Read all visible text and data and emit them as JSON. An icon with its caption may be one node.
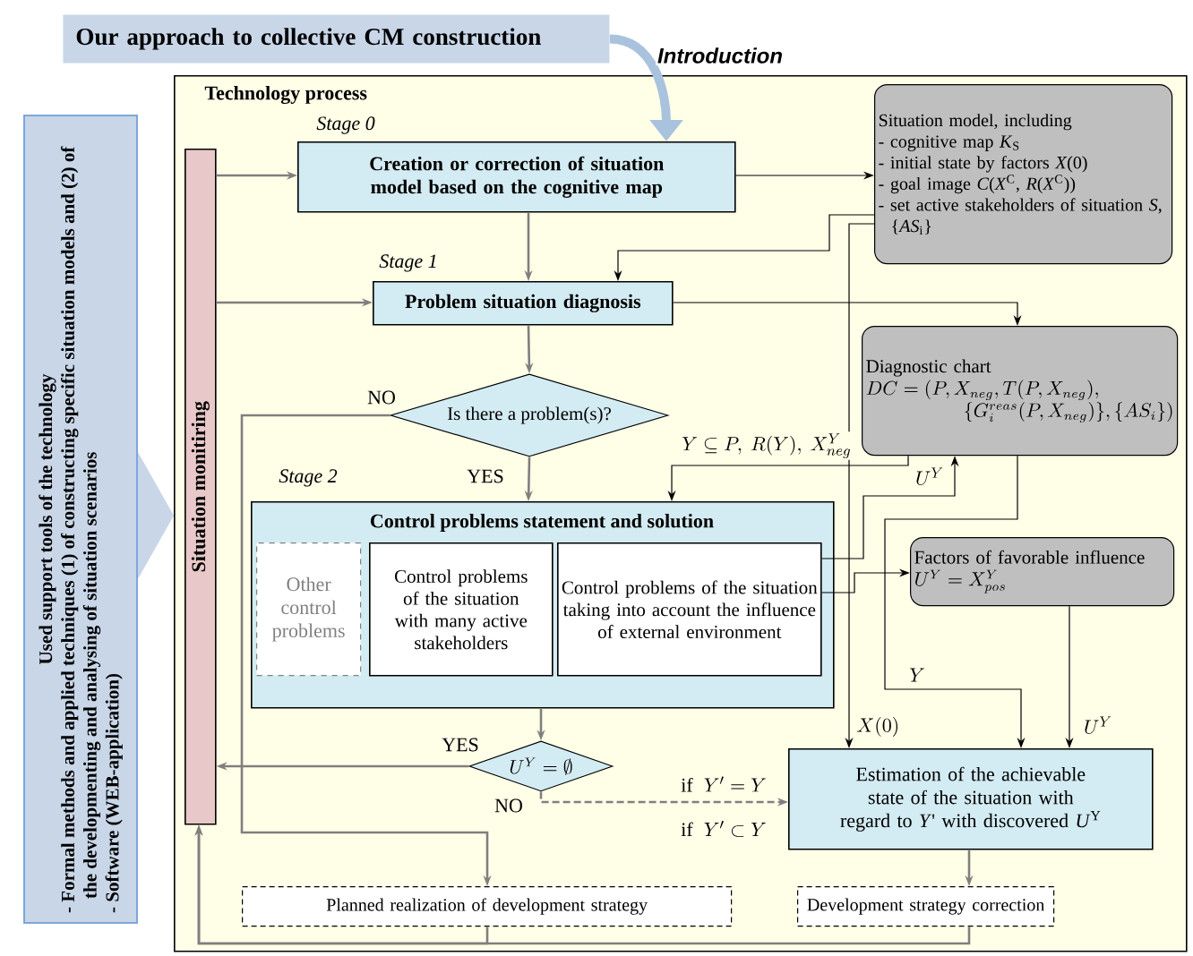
{
  "diagram": {
    "nodes": [
      {
        "text": [
          "Our approach to collective CM construction"
        ]
      },
      {
        "text": [
          "Used support tools of the technology",
          "- Formal methods and applied techniques (1) of constructing specific situation models and (2) of the developmenting and analysing of situation scenarios",
          "- Software (WEB-application)"
        ]
      },
      {
        "text": [
          "Technology process"
        ]
      },
      {
        "text": [
          "Situation monitiring"
        ],
        "in": 2
      },
      {
        "text": [
          "Creation or correction of situation model based on the cognitive map"
        ],
        "beside": [
          "Stage 0"
        ],
        "in": 2
      },
      {
        "text": [
          "Situation model, including",
          "- cognitive map *K*$_{S}$",
          "- initial state by factors *X*(0)",
          "- goal image *C*(*X*$^{C}$, *R*(*X*$^{C}$))",
          "- set active stakeholders of situation *S*, {*AS*$_{i}$}"
        ],
        "in": 2
      },
      {
        "text": [
          "Problem situation diagnosis"
        ],
        "beside": [
          "Stage 1"
        ],
        "in": 2
      },
      {
        "text": [
          "Is there a problem(s)?"
        ],
        "in": 2
      },
      {
        "text": [
          "Control problems statement and solution"
        ],
        "beside": [
          "Stage 2"
        ],
        "in": 2
      },
      {
        "text": [
          "Other control problems"
        ],
        "in": 8
      },
      {
        "text": [
          "Control problems of the situation with many active stakeholders"
        ],
        "in": 8
      },
      {
        "text": [
          "Control problems of the situation taking into account the influence of external environment"
        ],
        "in": 8
      },
      {
        "text": [
          "Diagnostic chart",
          "DC = (P, X_{neg}, T(P,X_{neg}),",
          "\\{G_i^{reas}(P, X_{neg})\\},\\{AS_i\\})"
        ],
        "in": 2
      },
      {
        "text": [
          "Factors of favorable influence",
          "U^{Y} = X^{Y}_{pos}"
        ],
        "in": 2
      },
      {
        "text": [
          "U^{Y} = \\emptyset"
        ],
        "in": 2
      },
      {
        "text": [
          "Estimation of the achievable state of the situation with regard to *Y*' with discovered *U*$^{Y}$"
        ],
        "in": 2
      },
      {
        "text": [
          "Planned realization of development strategy"
        ],
        "in": 2
      },
      {
        "text": [
          "Development strategy correction"
        ],
        "in": 2
      }
    ],
    "edges": [
      {
        "from": 1,
        "to": 2,
        "arrow": "to",
        "style": "thick",
        "color": "#c8d6e8"
      },
      {
        "from": 0,
        "to": 4,
        "arrow": "to",
        "label": "Introduction",
        "style": "thick",
        "color": "#a9c2de"
      },
      {
        "from": 3,
        "to": 4,
        "arrow": "to"
      },
      {
        "from": 3,
        "to": 6,
        "arrow": "to"
      },
      {
        "from": 4,
        "to": 6,
        "arrow": "to"
      },
      {
        "from": 4,
        "to": 5,
        "arrow": "to",
        "color": "#000000"
      },
      {
        "from": 5,
        "to": 6,
        "arrow": "to",
        "color": "#000000"
      },
      {
        "from": 6,
        "to": 12,
        "arrow": "to",
        "color": "#000000"
      },
      {
        "from": 6,
        "to": 7,
        "arrow": "to"
      },
      {
        "from": 7,
        "to": 8,
        "arrow": "to",
        "label": "YES"
      },
      {
        "from": 7,
        "to": 16,
        "arrow": "to",
        "label": "NO"
      },
      {
        "from": 12,
        "to": 8,
        "arrow": "to",
        "label": "Y \\subseteq P,\\ R(Y),\\ X^{Y}_{neg}",
        "color": "#000000"
      },
      {
        "from": 11,
        "to": 12,
        "arrow": "to",
        "label": "U^{Y}",
        "color": "#000000"
      },
      {
        "from": 11,
        "to": 13,
        "arrow": "to",
        "color": "#000000"
      },
      {
        "from": 5,
        "to": 15,
        "arrow": "to",
        "label": "X(0)",
        "color": "#000000"
      },
      {
        "from": 12,
        "to": 15,
        "arrow": "to",
        "label": "Y",
        "color": "#000000"
      },
      {
        "from": 13,
        "to": 15,
        "arrow": "to",
        "label": "U^{Y}",
        "color": "#000000"
      },
      {
        "from": 8,
        "to": 14,
        "arrow": "to"
      },
      {
        "from": 14,
        "to": 3,
        "arrow": "to",
        "label": "YES"
      },
      {
        "from": 14,
        "to": 15,
        "arrow": "to",
        "label": "NO",
        "style": "dashed"
      },
      {
        "from": 15,
        "to": 17,
        "arrow": "to"
      },
      {
        "from": 17,
        "to": 3,
        "arrow": "to"
      },
      {
        "from": 16,
        "to": 3,
        "arrow": "to"
      }
    ],
    "labels": [
      "\\mathrm{if}\\;\\; Y'=Y",
      "\\mathrm{if}\\;\\; Y'\\subset Y"
    ]
  }
}
